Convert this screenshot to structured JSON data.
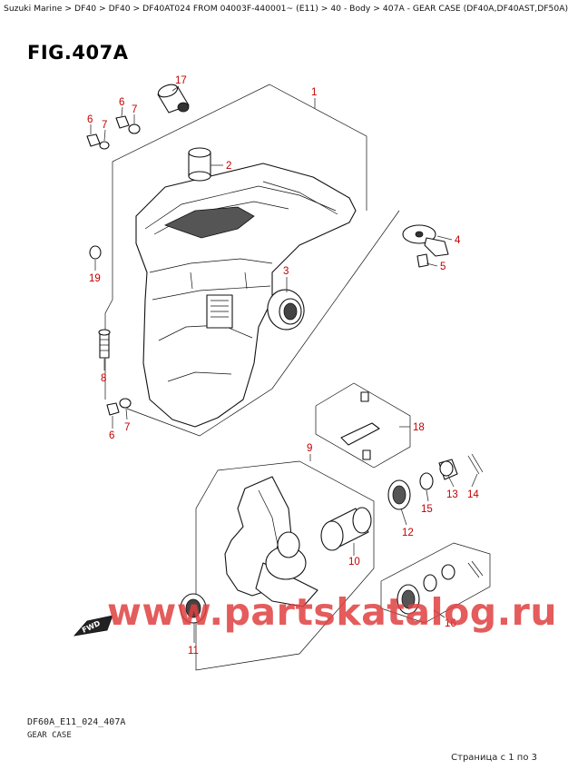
{
  "breadcrumb": "Suzuki Marine > DF40 > DF40 > DF40AT024 FROM 04003F-440001~ (E11) > 40 - Body > 407A - GEAR CASE (DF40A,DF40AST,DF50A)",
  "figure_title": "FIG.407A",
  "callouts": {
    "c1": "1",
    "c2": "2",
    "c3": "3",
    "c4": "4",
    "c5": "5",
    "c6a": "6",
    "c6b": "6",
    "c6c": "6",
    "c7a": "7",
    "c7b": "7",
    "c7c": "7",
    "c8": "8",
    "c9": "9",
    "c10": "10",
    "c11": "11",
    "c12": "12",
    "c13": "13",
    "c14": "14",
    "c15": "15",
    "c16": "16",
    "c17": "17",
    "c18": "18",
    "c19": "19"
  },
  "fwd_label": "FWD",
  "watermark": "www.partskatalog.ru",
  "diagram_code": "DF60A_E11_024_407A",
  "diagram_caption": "GEAR CASE",
  "pager": "Страница с 1 по 3",
  "colors": {
    "callout": "#c00000",
    "watermark": "#e04040"
  }
}
